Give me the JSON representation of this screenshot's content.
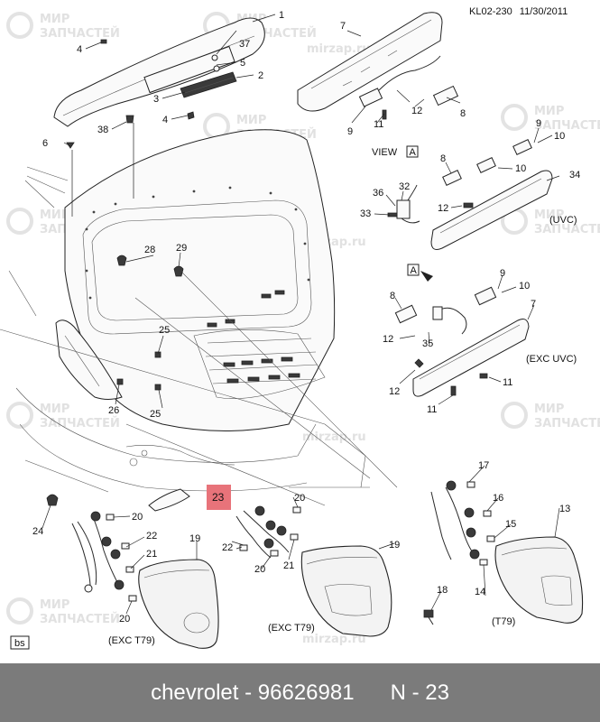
{
  "header": {
    "ref": "KL02-230",
    "date": "11/30/2011"
  },
  "watermark": {
    "line1": "МИР",
    "line2": "ЗАПЧАСТЕЙ",
    "site": "mirzap.ru"
  },
  "notes": {
    "view_a": "VIEW",
    "view_a_box": "A",
    "arrow_box": "A",
    "uvc": "(UVC)",
    "exc_uvc": "(EXC UVC)",
    "exc_t79_center": "(EXC T79)",
    "exc_t79_left": "(EXC T79)",
    "t79": "(T79)",
    "bs": "bs"
  },
  "callouts": [
    {
      "id": "c1",
      "text": "1"
    },
    {
      "id": "c2",
      "text": "2"
    },
    {
      "id": "c3",
      "text": "3"
    },
    {
      "id": "c4a",
      "text": "4"
    },
    {
      "id": "c4b",
      "text": "4"
    },
    {
      "id": "c5",
      "text": "5"
    },
    {
      "id": "c6",
      "text": "6"
    },
    {
      "id": "c37",
      "text": "37"
    },
    {
      "id": "c38",
      "text": "38"
    },
    {
      "id": "c7a",
      "text": "7"
    },
    {
      "id": "c8a",
      "text": "8"
    },
    {
      "id": "c9a",
      "text": "9"
    },
    {
      "id": "c11a",
      "text": "11"
    },
    {
      "id": "c12a",
      "text": "12"
    },
    {
      "id": "c9b",
      "text": "9"
    },
    {
      "id": "c10a",
      "text": "10"
    },
    {
      "id": "c8b",
      "text": "8"
    },
    {
      "id": "c10b",
      "text": "10"
    },
    {
      "id": "c34",
      "text": "34"
    },
    {
      "id": "c36",
      "text": "36"
    },
    {
      "id": "c32",
      "text": "32"
    },
    {
      "id": "c33",
      "text": "33"
    },
    {
      "id": "c12b",
      "text": "12"
    },
    {
      "id": "c28",
      "text": "28"
    },
    {
      "id": "c29",
      "text": "29"
    },
    {
      "id": "c9c",
      "text": "9"
    },
    {
      "id": "c10c",
      "text": "10"
    },
    {
      "id": "c8c",
      "text": "8"
    },
    {
      "id": "c7b",
      "text": "7"
    },
    {
      "id": "c12c",
      "text": "12"
    },
    {
      "id": "c35",
      "text": "35"
    },
    {
      "id": "c12d",
      "text": "12"
    },
    {
      "id": "c11b",
      "text": "11"
    },
    {
      "id": "c11c",
      "text": "11"
    },
    {
      "id": "c25a",
      "text": "25"
    },
    {
      "id": "c25b",
      "text": "25"
    },
    {
      "id": "c26",
      "text": "26"
    },
    {
      "id": "c24",
      "text": "24"
    },
    {
      "id": "c20a",
      "text": "20"
    },
    {
      "id": "c22a",
      "text": "22"
    },
    {
      "id": "c21a",
      "text": "21"
    },
    {
      "id": "c20b",
      "text": "20"
    },
    {
      "id": "c19a",
      "text": "19"
    },
    {
      "id": "c20c",
      "text": "20"
    },
    {
      "id": "c22b",
      "text": "22"
    },
    {
      "id": "c20d",
      "text": "20"
    },
    {
      "id": "c21b",
      "text": "21"
    },
    {
      "id": "c19b",
      "text": "19"
    },
    {
      "id": "c18",
      "text": "18"
    },
    {
      "id": "c17",
      "text": "17"
    },
    {
      "id": "c16",
      "text": "16"
    },
    {
      "id": "c15",
      "text": "15"
    },
    {
      "id": "c14",
      "text": "14"
    },
    {
      "id": "c13",
      "text": "13"
    }
  ],
  "highlight": {
    "text": "23",
    "color": "#e8737a"
  },
  "footer": {
    "text": "chevrolet - 96626981      N - 23",
    "bg": "#7b7b7b",
    "fg": "#ffffff"
  }
}
